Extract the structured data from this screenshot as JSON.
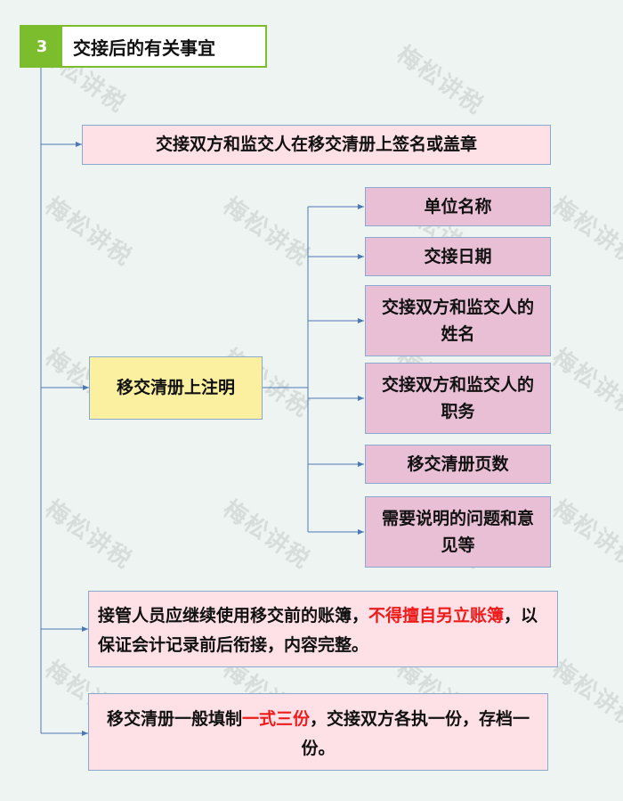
{
  "header": {
    "number": "3",
    "title": "交接后的有关事宜"
  },
  "boxes": {
    "sign": "交接双方和监交人在移交清册上签名或盖章",
    "note": "移交清册上注明",
    "items": [
      "单位名称",
      "交接日期",
      "交接双方和监交人的姓名",
      "交接双方和监交人的职务",
      "移交清册页数",
      "需要说明的问题和意见等"
    ],
    "ledger": {
      "p1": "接管人员应继续使用移交前的账簿，",
      "red": "不得擅自另立账簿",
      "p2": "，以保证会计记录前后衔接，内容完整。"
    },
    "copies": {
      "p1": "移交清册一般填制",
      "red": "一式三份",
      "p2": "，交接双方各执一份，存档一份。"
    }
  },
  "watermark": "梅松讲税",
  "colors": {
    "accent_green": "#7cbd2e",
    "highlight_red": "#ee1b1b",
    "connector_blue": "#4a79b5"
  }
}
